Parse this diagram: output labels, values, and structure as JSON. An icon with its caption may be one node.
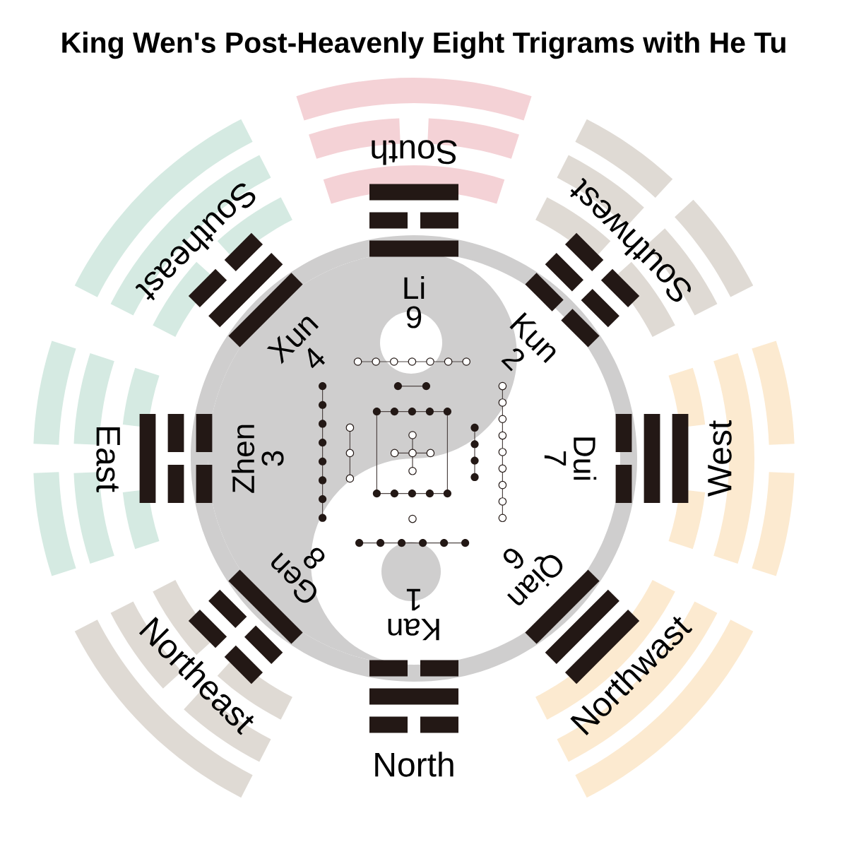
{
  "diagram": {
    "title": "King Wen's Post-Heavenly Eight Trigrams with He Tu",
    "labels": [
      "South",
      "Southeast",
      "Southwest",
      "Li",
      "9",
      "Xun",
      "4",
      "Kun",
      "2",
      "East",
      "Zhen",
      "3",
      "Dui",
      "7",
      "West",
      "Gen",
      "8",
      "Qian",
      "6",
      "Kan",
      "1",
      "Northeast",
      "Northwast",
      "North"
    ]
  }
}
